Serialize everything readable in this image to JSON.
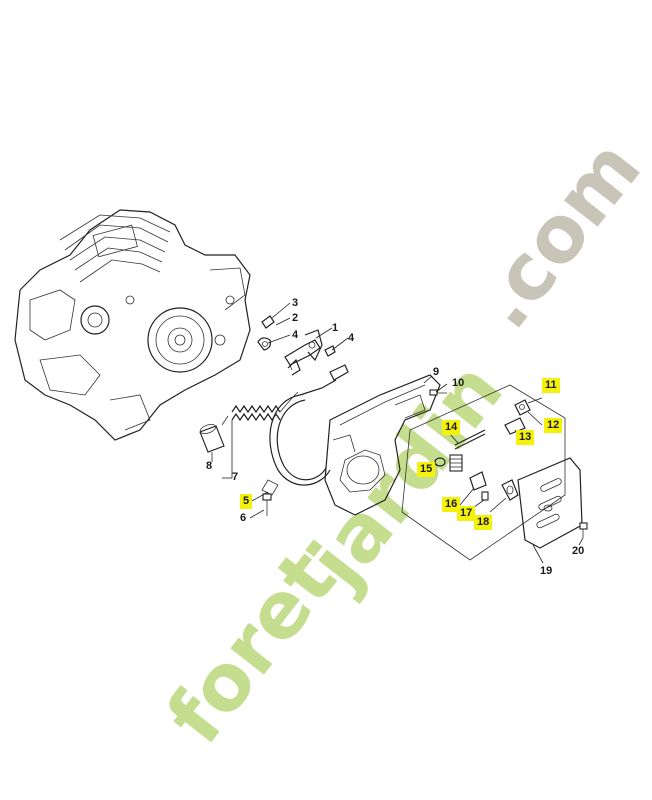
{
  "watermark": {
    "part1": "foret",
    "part2": "jardin",
    "part3": ".com",
    "colors": {
      "green": "#c5dd8e",
      "orange": "#f6c896",
      "gray": "#c9c4b8"
    }
  },
  "callouts": [
    {
      "id": "c1",
      "text": "1",
      "highlighted": false
    },
    {
      "id": "c2",
      "text": "2",
      "highlighted": false
    },
    {
      "id": "c3",
      "text": "3",
      "highlighted": false
    },
    {
      "id": "c4a",
      "text": "4",
      "highlighted": false
    },
    {
      "id": "c4b",
      "text": "4",
      "highlighted": false
    },
    {
      "id": "c5",
      "text": "5",
      "highlighted": true
    },
    {
      "id": "c6",
      "text": "6",
      "highlighted": false
    },
    {
      "id": "c7",
      "text": "7",
      "highlighted": false
    },
    {
      "id": "c8",
      "text": "8",
      "highlighted": false
    },
    {
      "id": "c9",
      "text": "9",
      "highlighted": false
    },
    {
      "id": "c10",
      "text": "10",
      "highlighted": false
    },
    {
      "id": "c11",
      "text": "11",
      "highlighted": true
    },
    {
      "id": "c12",
      "text": "12",
      "highlighted": true
    },
    {
      "id": "c13",
      "text": "13",
      "highlighted": true
    },
    {
      "id": "c14",
      "text": "14",
      "highlighted": true
    },
    {
      "id": "c15",
      "text": "15",
      "highlighted": true
    },
    {
      "id": "c16",
      "text": "16",
      "highlighted": true
    },
    {
      "id": "c17",
      "text": "17",
      "highlighted": true
    },
    {
      "id": "c18",
      "text": "18",
      "highlighted": true
    },
    {
      "id": "c19",
      "text": "19",
      "highlighted": false
    },
    {
      "id": "c20",
      "text": "20",
      "highlighted": false
    }
  ],
  "highlight_color": "#f4f20a"
}
